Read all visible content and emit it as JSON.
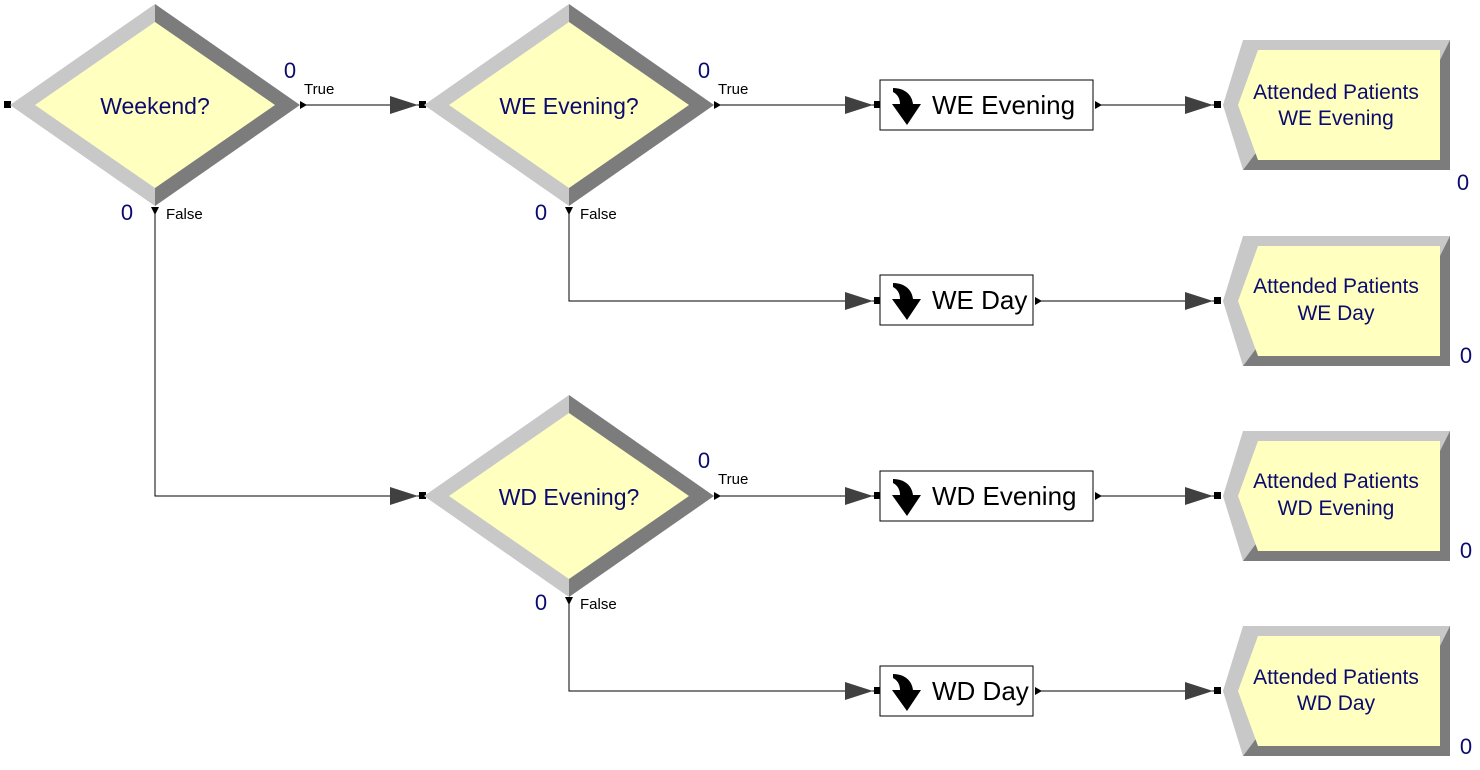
{
  "decisions": {
    "weekend": {
      "label": "Weekend?",
      "counter": "0"
    },
    "we_evening": {
      "label": "WE Evening?",
      "counter": "0"
    },
    "wd_evening": {
      "label": "WD Evening?",
      "counter": "0"
    }
  },
  "branch_labels": {
    "true_label": "True",
    "false_label": "False"
  },
  "assigns": {
    "we_evening": {
      "label": "WE Evening"
    },
    "we_day": {
      "label": "WE Day"
    },
    "wd_evening": {
      "label": "WD Evening"
    },
    "wd_day": {
      "label": "WD Day"
    }
  },
  "disposes": {
    "we_evening": {
      "line1": "Attended Patients",
      "line2": "WE Evening",
      "counter": "0"
    },
    "we_day": {
      "line1": "Attended Patients",
      "line2": "WE Day",
      "counter": "0"
    },
    "wd_evening": {
      "line1": "Attended Patients",
      "line2": "WD Evening",
      "counter": "0"
    },
    "wd_day": {
      "line1": "Attended Patients",
      "line2": "WD Day",
      "counter": "0"
    }
  },
  "colors": {
    "module_fill": "#ffffc0",
    "bevel_light": "#c8c8c8",
    "bevel_dark": "#7c7c7c",
    "text_navy": "#0b0b6e",
    "connector": "#000000",
    "arrow_fill": "#404040"
  }
}
